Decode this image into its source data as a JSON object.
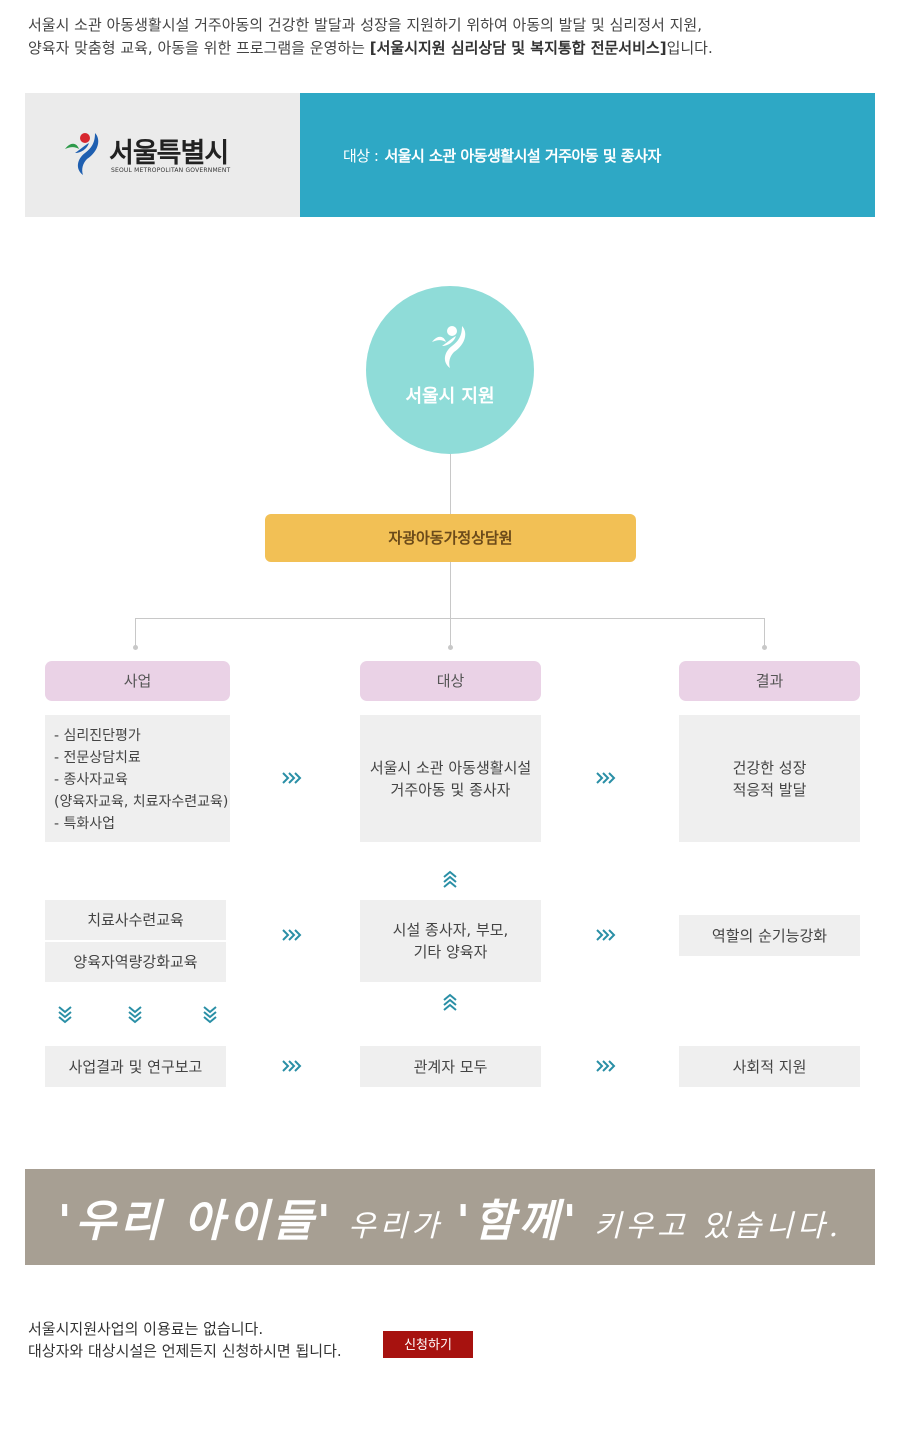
{
  "intro": {
    "line1": "서울시 소관 아동생활시설 거주아동의 건강한 발달과 성장을 지원하기 위하여 아동의 발달 및 심리정서 지원,",
    "line2_prefix": "양육자 맞춤형 교육, 아동을 위한 프로그램을 운영하는 ",
    "line2_bold": "[서울시지원 심리상담 및 복지통합 전문서비스]",
    "line2_suffix": "입니다."
  },
  "banner": {
    "logo_text": "서울특별시",
    "logo_sub": "SEOUL METROPOLITAN GOVERNMENT",
    "target_label": "대상 :",
    "target_value": "서울시 소관 아동생활시설 거주아동  및 종사자",
    "bg_color": "#2ea8c5"
  },
  "diagram": {
    "circle_label": "서울시 지원",
    "center_label": "자광아동가정상담원",
    "headers": [
      "사업",
      "대상",
      "결과"
    ],
    "row1": {
      "business_list": [
        "- 심리진단평가",
        "- 전문상담치료",
        "- 종사자교육",
        "(양육자교육, 치료자수련교육)",
        "- 특화사업"
      ],
      "target_line1": "서울시 소관 아동생활시설",
      "target_line2": "거주아동 및 종사자",
      "result_line1": "건강한 성장",
      "result_line2": "적응적 발달"
    },
    "row2": {
      "business_a": "치료사수련교육",
      "business_b": "양육자역량강화교육",
      "target_line1": "시설 종사자, 부모,",
      "target_line2": "기타 양육자",
      "result": "역할의 순기능강화"
    },
    "row3": {
      "business": "사업결과 및 연구보고",
      "target": "관계자 모두",
      "result": "사회적 지원"
    },
    "colors": {
      "circle": "#8fdcd8",
      "center": "#f2c055",
      "pill": "#ead2e6",
      "box": "#efefef",
      "arrow": "#2a8fa6"
    }
  },
  "slogan": {
    "part1": "'우리 아이들'",
    "part2": " 우리가 ",
    "part3": "'함께'",
    "part4": " 키우고 있습니다."
  },
  "footer": {
    "line1": "서울시지원사업의 이용료는 없습니다.",
    "line2": "대상자와 대상시설은 언제든지 신청하시면 됩니다.",
    "apply_label": "신청하기"
  }
}
